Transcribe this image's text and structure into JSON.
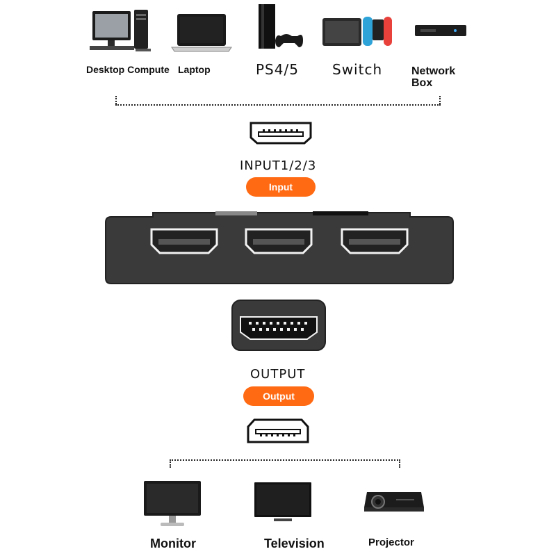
{
  "sources": [
    {
      "label": "Desktop Compute",
      "icon": "desktop-computer-icon"
    },
    {
      "label": "Laptop",
      "icon": "laptop-icon"
    },
    {
      "label": "PS4/5",
      "icon": "ps4-console-icon"
    },
    {
      "label": "Switch",
      "icon": "switch-console-icon"
    },
    {
      "label": "Network\nBox",
      "icon": "network-box-icon"
    }
  ],
  "input": {
    "heading": "INPUT1/2/3",
    "pill": "Input"
  },
  "output": {
    "heading": "OUTPUT",
    "pill": "Output"
  },
  "displays": [
    {
      "label": "Monitor",
      "icon": "monitor-icon"
    },
    {
      "label": "Television",
      "icon": "television-icon"
    },
    {
      "label": "Projector",
      "icon": "projector-icon"
    }
  ],
  "colors": {
    "accent": "#ff6a13",
    "device_body": "#3a3a3a"
  }
}
